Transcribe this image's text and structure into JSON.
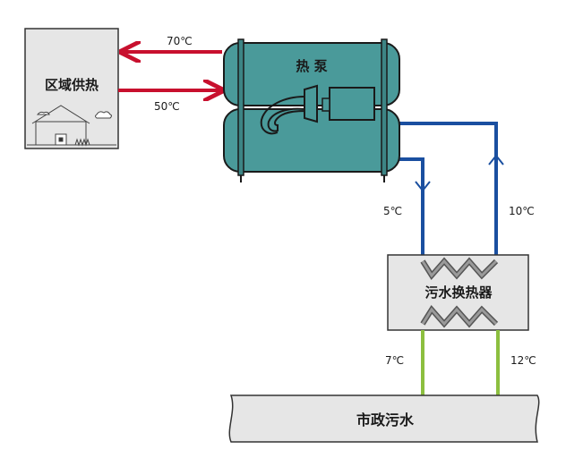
{
  "labels": {
    "district_heating": "区域供热",
    "heat_pump": "热 泵",
    "exchanger": "污水换热器",
    "sewage": "市政污水"
  },
  "temperatures": {
    "heat_supply": "70℃",
    "heat_return": "50℃",
    "evap_in": "5℃",
    "evap_out": "10℃",
    "sewage_out": "7℃",
    "sewage_in": "12℃"
  },
  "colors": {
    "hot_pipe": "#c8102e",
    "cold_pipe": "#1a4fa0",
    "sewage_pipe": "#8cbf3f",
    "pump_body": "#4a9a9a",
    "box_fill": "#e6e6e6"
  }
}
